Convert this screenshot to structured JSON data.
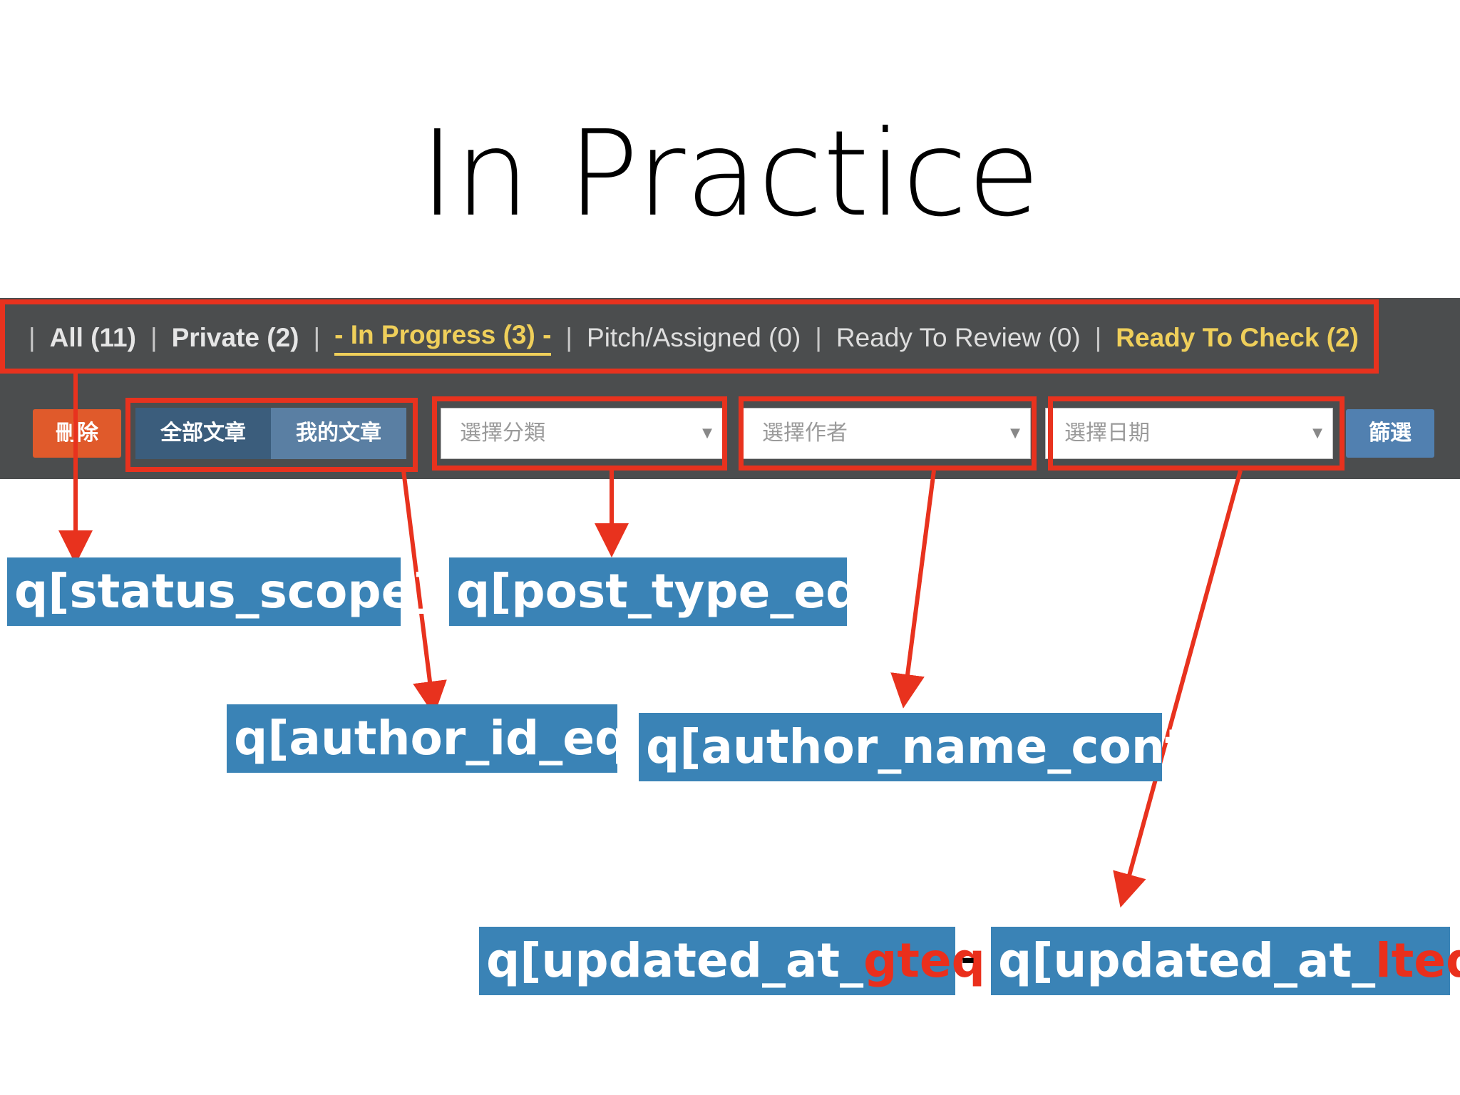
{
  "title": "In Practice",
  "status_tabs": {
    "separator": "|",
    "items": [
      {
        "label": "All (11)",
        "style": "bold"
      },
      {
        "label": "Private (2)",
        "style": "bold"
      },
      {
        "label": "- In Progress (3) -",
        "style": "active"
      },
      {
        "label": "Pitch/Assigned (0)",
        "style": "plain"
      },
      {
        "label": "Ready To Review (0)",
        "style": "plain"
      },
      {
        "label": "Ready To Check (2)",
        "style": "highlight"
      }
    ]
  },
  "toolbar": {
    "delete_label": "刪除",
    "all_posts_label": "全部文章",
    "my_posts_label": "我的文章",
    "category_placeholder": "選擇分類",
    "author_placeholder": "選擇作者",
    "date_placeholder": "選擇日期",
    "filter_label": "篩選"
  },
  "labels": {
    "status_scope": "q[status_scope]",
    "post_type": "q[post_type_eq]",
    "author_id": "q[author_id_eq]",
    "author_name": "q[author_name_cont]",
    "updated_gteq_prefix": "q[updated_at_",
    "updated_gteq_hl": "gteq",
    "updated_lteq_prefix": "q[updated_at_",
    "updated_lteq_hl": "lteq",
    "closing_bracket": "]",
    "range_dash": "-"
  },
  "colors": {
    "toolbar_bg": "#4b4d4e",
    "annotation_red": "#e8321e",
    "label_blue": "#3a83b6",
    "tab_active": "#efcf5a"
  }
}
